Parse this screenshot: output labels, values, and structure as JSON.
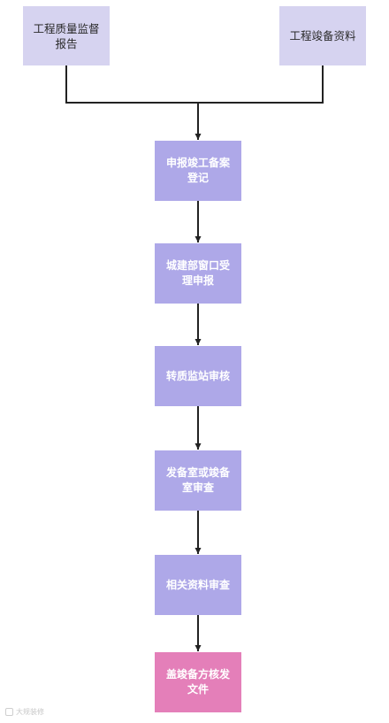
{
  "diagram": {
    "inputs": [
      {
        "id": "inspection",
        "lines": [
          "工程质量监督",
          "报告"
        ]
      },
      {
        "id": "records",
        "lines": [
          "工程竣备资料"
        ]
      }
    ],
    "steps": [
      {
        "id": "s1",
        "lines": [
          "申报竣工备案",
          "登记"
        ]
      },
      {
        "id": "s2",
        "lines": [
          "城建部窗口受",
          "理申报"
        ]
      },
      {
        "id": "s3",
        "lines": [
          "转质监站审核"
        ]
      },
      {
        "id": "s4",
        "lines": [
          "发备室或竣备",
          "室审查"
        ]
      },
      {
        "id": "s5",
        "lines": [
          "相关资料审查"
        ]
      },
      {
        "id": "final",
        "lines": [
          "盖竣备方核发",
          "文件"
        ]
      }
    ],
    "colors": {
      "input_fill": "#d6d3f0",
      "step_fill": "#aea8e8",
      "final_fill": "#e47fb9",
      "connector": "#222222"
    }
  },
  "watermark": {
    "text": "大规装修"
  }
}
